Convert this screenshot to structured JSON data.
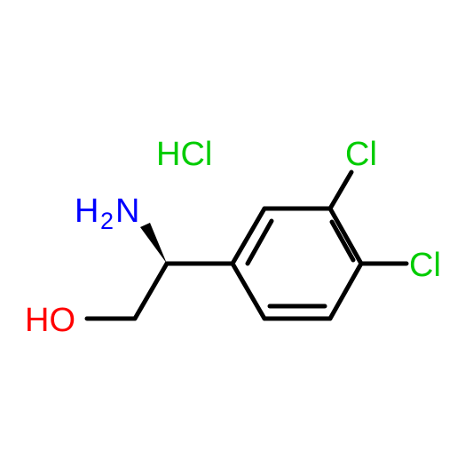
{
  "molecule": {
    "salt": {
      "label": "HCl",
      "color": "#00cc00"
    },
    "amine": {
      "label_h": "H",
      "label_sub": "2",
      "label_n": "N",
      "color": "#0000ff"
    },
    "hydroxyl": {
      "label": "HO",
      "color": "#ff0000"
    },
    "chloro_3": {
      "label": "Cl",
      "color": "#00cc00"
    },
    "chloro_4": {
      "label": "Cl",
      "color": "#00cc00"
    },
    "bond_color": "#000000"
  }
}
